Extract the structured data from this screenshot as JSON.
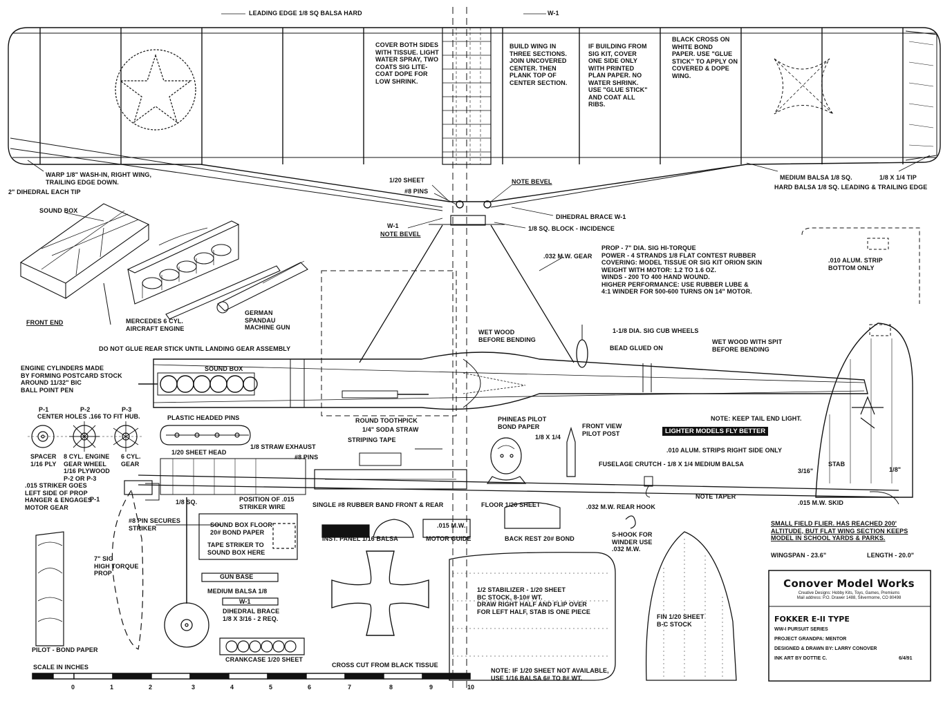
{
  "labels": {
    "leading_edge": "LEADING EDGE 1/8 SQ BALSA HARD",
    "w1_top": "W-1",
    "cover_tissue": "COVER BOTH SIDES\nWITH TISSUE. LIGHT\nWATER SPRAY, TWO\nCOATS SIG LITE-\nCOAT DOPE FOR\nLOW SHRINK.",
    "build_wing": "BUILD WING IN\nTHREE SECTIONS.\nJOIN UNCOVERED\nCENTER. THEN\nPLANK TOP OF\nCENTER SECTION.",
    "sig_kit": "IF BUILDING FROM\nSIG KIT, COVER\nONE SIDE ONLY\nWITH PRINTED\nPLAN PAPER. NO\nWATER SHRINK.\nUSE \"GLUE STICK\"\nAND COAT ALL\nRIBS.",
    "black_cross": "BLACK CROSS ON\nWHITE BOND\nPAPER. USE \"GLUE\nSTICK\" TO APPLY ON\nCOVERED & DOPE\nWING.",
    "warp": "WARP 1/8\" WASH-IN, RIGHT WING,\nTRAILING EDGE DOWN.",
    "dihedral_tip": "2\" DIHEDRAL EACH TIP",
    "sheet_120": "1/20 SHEET",
    "pins8_wing": "#8 PINS",
    "note_bevel_r": "NOTE BEVEL",
    "w1_left": "W-1",
    "note_bevel_l": "NOTE BEVEL",
    "dihedral_brace": "DIHEDRAL BRACE W-1",
    "block_incidence": "1/8 SQ. BLOCK - INCIDENCE",
    "medium_balsa": "MEDIUM BALSA 1/8 SQ.",
    "hard_balsa": "HARD BALSA 1/8 SQ. LEADING & TRAILING EDGE",
    "tip": "1/8 X 1/4 TIP",
    "sound_box_top": "SOUND BOX",
    "front_end": "FRONT END",
    "mercedes": "MERCEDES 6 CYL.\nAIRCRAFT ENGINE",
    "german_gun": "GERMAN\nSPANDAU\nMACHINE GUN",
    "gear_032": ".032 M.W. GEAR",
    "prop_specs": "PROP - 7\" DIA. SIG HI-TORQUE\nPOWER - 4 STRANDS 1/8 FLAT CONTEST RUBBER\nCOVERING: MODEL TISSUE OR SIG KIT ORION SKIN\nWEIGHT WITH MOTOR: 1.2 TO 1.6 OZ.\nWINDS - 200 TO 400 HAND WOUND.\nHIGHER PERFORMANCE: USE RUBBER LUBE &\n4:1 WINDER FOR 500-600 TURNS ON 14\" MOTOR.",
    "alum_strip": ".010 ALUM. STRIP\nBOTTOM ONLY",
    "cub_wheels": "1-1/8 DIA. SIG CUB WHEELS",
    "bead_glued": "BEAD GLUED ON",
    "wet_wood_spit": "WET WOOD WITH SPIT\nBEFORE BENDING",
    "wet_wood": "WET WOOD\nBEFORE BENDING",
    "do_not_glue": "DO NOT GLUE REAR STICK UNTIL LANDING GEAR ASSEMBLY",
    "engine_cyl": "ENGINE CYLINDERS MADE\nBY FORMING POSTCARD STOCK\nAROUND 11/32\" BIC\nBALL POINT PEN",
    "sound_box_fus": "SOUND BOX",
    "p1": "P-1",
    "p2": "P-2",
    "p3": "P-3",
    "center_holes": "CENTER HOLES .166 TO FIT HUB.",
    "plastic_pins": "PLASTIC HEADED PINS",
    "round_toothpick": "ROUND TOOTHPICK",
    "soda_straw": "1/4\" SODA STRAW",
    "striping": "STRIPING TAPE",
    "phineas": "PHINEAS PILOT\nBOND PAPER",
    "front_view": "FRONT VIEW\nPILOT POST",
    "keep_tail": "NOTE: KEEP TAIL END LIGHT.",
    "lighter_models": "LIGHTER MODELS FLY BETTER",
    "spacer": "SPACER\n1/16 PLY",
    "engine_gear": "8 CYL. ENGINE\nGEAR WHEEL\n1/16 PLYWOOD\nP-2 OR P-3",
    "six_cyl": "6 CYL.\nGEAR",
    "sheet_head": "1/20 SHEET HEAD",
    "straw_exhaust": "1/8 STRAW EXHAUST",
    "pins8_fus": "#8 PINS",
    "size_18x14": "1/8 X 1/4",
    "alum_strips_right": ".010 ALUM. STRIPS RIGHT SIDE ONLY",
    "fuselage_crutch": "FUSELAGE CRUTCH - 1/8 X 1/4 MEDIUM BALSA",
    "stab": "STAB",
    "dim_316": "3/16\"",
    "dim_18": "1/8\"",
    "striker_note": ".015 STRIKER GOES\nLEFT SIDE OF PROP\nHANGER & ENGAGES\nMOTOR GEAR",
    "p1_b": "P-1",
    "sq_18": "1/8 SQ.",
    "position_striker": "POSITION OF .015\nSTRIKER WIRE",
    "single_band": "SINGLE #8 RUBBER BAND FRONT & REAR",
    "floor": "FLOOR 1/20 SHEET",
    "rear_hook": ".032 M.W. REAR HOOK",
    "note_taper": "NOTE TAPER",
    "skid": ".015 M.W. SKID",
    "pin_striker": "#8 PIN SECURES\nSTRIKER",
    "sound_box_floor": "SOUND BOX FLOOR\n20# BOND PAPER",
    "tape_striker": "TAPE STRIKER TO\nSOUND BOX HERE",
    "inst_panel": "INST. PANEL 1/16 BALSA",
    "mw_015": ".015 M.W.",
    "motor_guide": "MOTOR GUIDE",
    "back_rest": "BACK REST 20# BOND",
    "s_hook": "S-HOOK FOR\nWINDER USE\n.032 M.W.",
    "small_field": "SMALL FIELD FLIER. HAS REACHED 200'\nALTITUDE, BUT FLAT WING SECTION KEEPS\nMODEL IN SCHOOL YARDS & PARKS.",
    "wingspan": "WINGSPAN - 23.6\"",
    "length": "LENGTH - 20.0\"",
    "prop_7": "7\" SIG\nHIGH TORQUE\nPROP",
    "gun_base": "GUN BASE",
    "medium_balsa_18": "MEDIUM BALSA 1/8",
    "w1_brace": "W-1",
    "dihedral_brace_2": "DIHEDRAL BRACE\n1/8 X 3/16 - 2 REQ.",
    "stabilizer": "1/2 STABILIZER - 1/20 SHEET\nBC STOCK, 8-10# WT.\nDRAW RIGHT HALF AND FLIP OVER\nFOR LEFT HALF, STAB IS ONE PIECE",
    "fin": "FIN 1/20 SHEET\nB-C STOCK",
    "pilot_bond": "PILOT - BOND PAPER",
    "crankcase": "CRANKCASE 1/20 SHEET",
    "cross_cut": "CROSS CUT FROM BLACK TISSUE",
    "scale": "SCALE IN INCHES",
    "note_sheet": "NOTE: IF 1/20 SHEET NOT AVAILABLE,\nUSE 1/16 BALSA 6# TO 8# WT."
  },
  "scale_ticks": [
    "0",
    "1",
    "2",
    "3",
    "4",
    "5",
    "6",
    "7",
    "8",
    "9",
    "10"
  ],
  "title_block": {
    "brand": "Conover Model Works",
    "sub1": "Creative Designs: Hobby Kits, Toys, Games, Premiums",
    "sub2": "Mail address: P.O. Drawer 1488, Silvermorne, CO 80498",
    "model": "FOKKER E-II TYPE",
    "series": "WW-I PURSUIT SERIES",
    "project": "PROJECT GRANDPA: MENTOR",
    "designed": "DESIGNED & DRAWN BY: LARRY CONOVER",
    "ink": "INK ART BY DOTTIE C.",
    "date": "6/4/91"
  },
  "colors": {
    "ink": "#111111",
    "paper": "#ffffff"
  }
}
